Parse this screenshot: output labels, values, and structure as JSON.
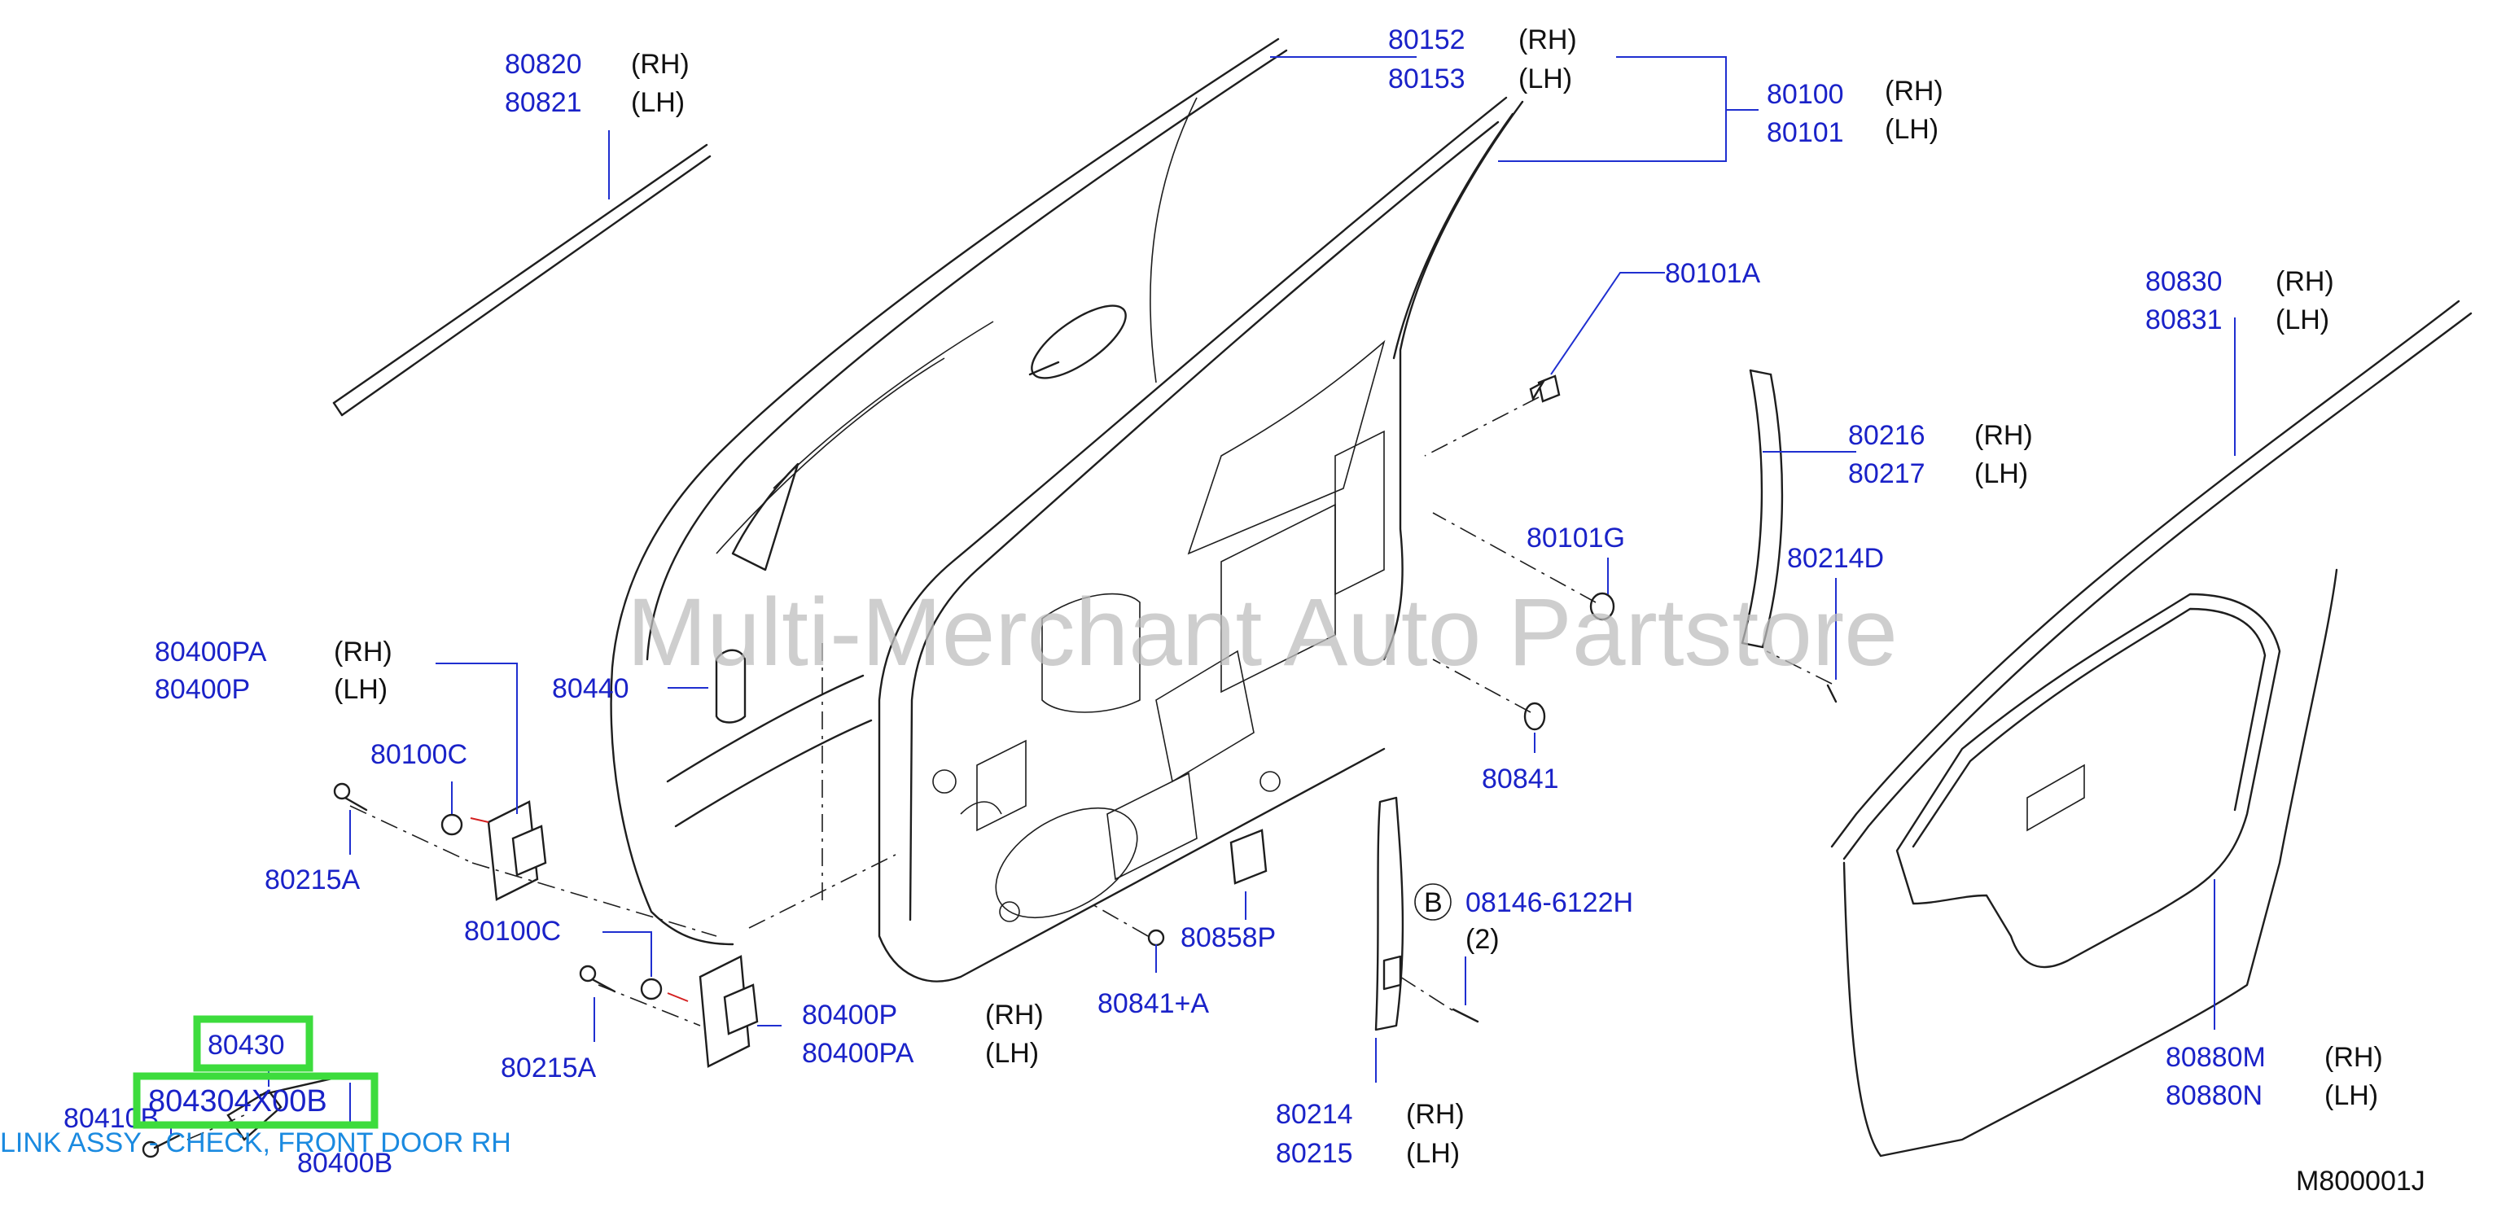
{
  "watermark": "Multi-Merchant Auto Partstore",
  "diagram_code": "M800001J",
  "highlight": {
    "part_number": "80430",
    "full_part_number": "804304X00B",
    "description": "LINK ASSY - CHECK, FRONT DOOR RH"
  },
  "callouts": [
    {
      "id": "80820",
      "side": "(RH)"
    },
    {
      "id": "80821",
      "side": "(LH)"
    },
    {
      "id": "80152",
      "side": "(RH)"
    },
    {
      "id": "80153",
      "side": "(LH)"
    },
    {
      "id": "80100",
      "side": "(RH)"
    },
    {
      "id": "80101",
      "side": "(LH)"
    },
    {
      "id": "80101A",
      "side": ""
    },
    {
      "id": "80830",
      "side": "(RH)"
    },
    {
      "id": "80831",
      "side": "(LH)"
    },
    {
      "id": "80216",
      "side": "(RH)"
    },
    {
      "id": "80217",
      "side": "(LH)"
    },
    {
      "id": "80101G",
      "side": ""
    },
    {
      "id": "80214D",
      "side": ""
    },
    {
      "id": "80400PA",
      "side": "(RH)"
    },
    {
      "id": "80400P",
      "side": "(LH)"
    },
    {
      "id": "80440",
      "side": ""
    },
    {
      "id": "80100C",
      "side": ""
    },
    {
      "id": "80215A",
      "side": ""
    },
    {
      "id": "80841",
      "side": ""
    },
    {
      "id": "80100C",
      "side": ""
    },
    {
      "id": "08146-6122H",
      "side": "(2)",
      "badge": "B"
    },
    {
      "id": "80858P",
      "side": ""
    },
    {
      "id": "80400P",
      "side": "(RH)"
    },
    {
      "id": "80400PA",
      "side": "(LH)"
    },
    {
      "id": "80215A",
      "side": ""
    },
    {
      "id": "80841+A",
      "side": ""
    },
    {
      "id": "80880M",
      "side": "(RH)"
    },
    {
      "id": "80880N",
      "side": "(LH)"
    },
    {
      "id": "80214",
      "side": "(RH)"
    },
    {
      "id": "80215",
      "side": "(LH)"
    },
    {
      "id": "80410B",
      "side": ""
    },
    {
      "id": "80400B",
      "side": ""
    }
  ]
}
